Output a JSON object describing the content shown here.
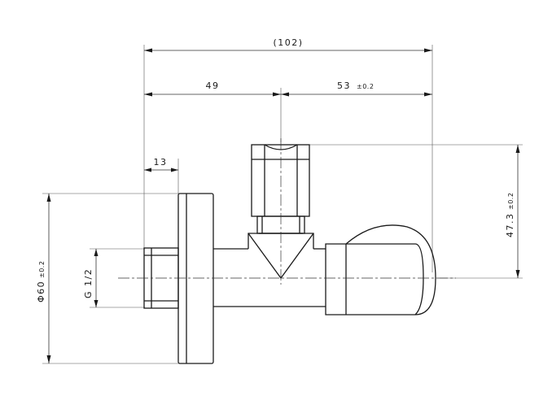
{
  "drawing": {
    "dimensions": {
      "overall_length": "(102)",
      "inlet_to_axis": "49",
      "axis_to_outlet": "53",
      "axis_to_outlet_tol": "±0.2",
      "flange_offset": "13",
      "height": "47.3",
      "height_tol": "±0.2",
      "flange_diameter": "Φ60",
      "flange_diameter_tol": "±0.2",
      "thread": "G 1/2"
    },
    "colors": {
      "line": "#1a1a1a",
      "background": "#ffffff"
    }
  }
}
